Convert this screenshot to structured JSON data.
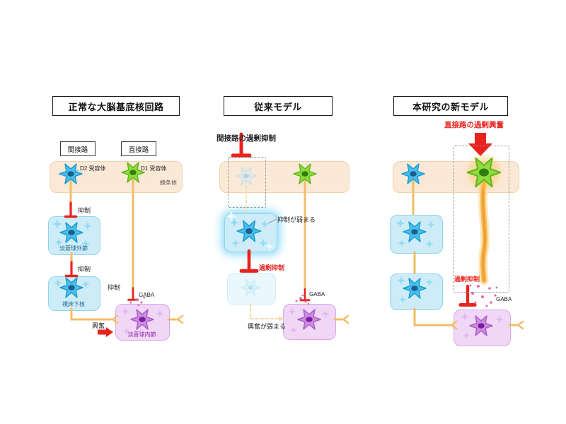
{
  "colors": {
    "inhibition_red": "#e8231e",
    "excitation_line_orange": "#f2bd67",
    "striatum_beige": "#fbe9d7",
    "nucleus_blue_box": "#cdecf8",
    "gpi_purple_box": "#f0d7f6",
    "gaba_dot_pink": "#e06ab0",
    "neuron_blue": "#49c0ea",
    "neuron_green": "#90db3e",
    "neuron_purple": "#cf8fe0"
  },
  "left_panel": {
    "title": "正常な大脳基底核回路",
    "indirect_pathway_label": "間接路",
    "direct_pathway_label": "直接路",
    "d2_receptor_label": "D2 受容体",
    "d1_receptor_label": "D1 受容体",
    "striatum_label": "線条体",
    "inhibition_label_1": "抑制",
    "inhibition_label_2": "抑制",
    "inhibition_label_3": "抑制",
    "gpe_label": "淡蒼球外節",
    "stn_label": "視床下核",
    "gaba_label": "GABA",
    "gpi_label": "淡蒼球内節",
    "excitation_label": "興奮"
  },
  "middle_panel": {
    "title": "従来モデル",
    "top_annotation": "間接路の過剰抑制",
    "weakened_inhibition_label": "抑制が弱まる",
    "excess_inhibition_label": "過剰抑制",
    "gaba_label": "GABA",
    "weakened_excitation_label": "興奮が弱まる"
  },
  "right_panel": {
    "title": "本研究の新モデル",
    "top_annotation": "直接路の過剰興奮",
    "excess_inhibition_label": "過剰抑制",
    "gaba_label": "GABA"
  }
}
